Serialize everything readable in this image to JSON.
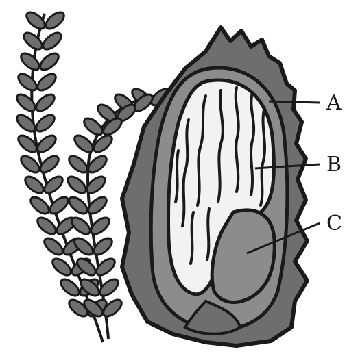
{
  "labels": {
    "a": "A",
    "b": "B",
    "c": "C"
  },
  "colors": {
    "outline": "#1a1a1a",
    "dark_fill": "#6e6e6e",
    "mid_fill": "#8c8c8c",
    "light_fill": "#f2f2f2",
    "background": "#ffffff"
  }
}
